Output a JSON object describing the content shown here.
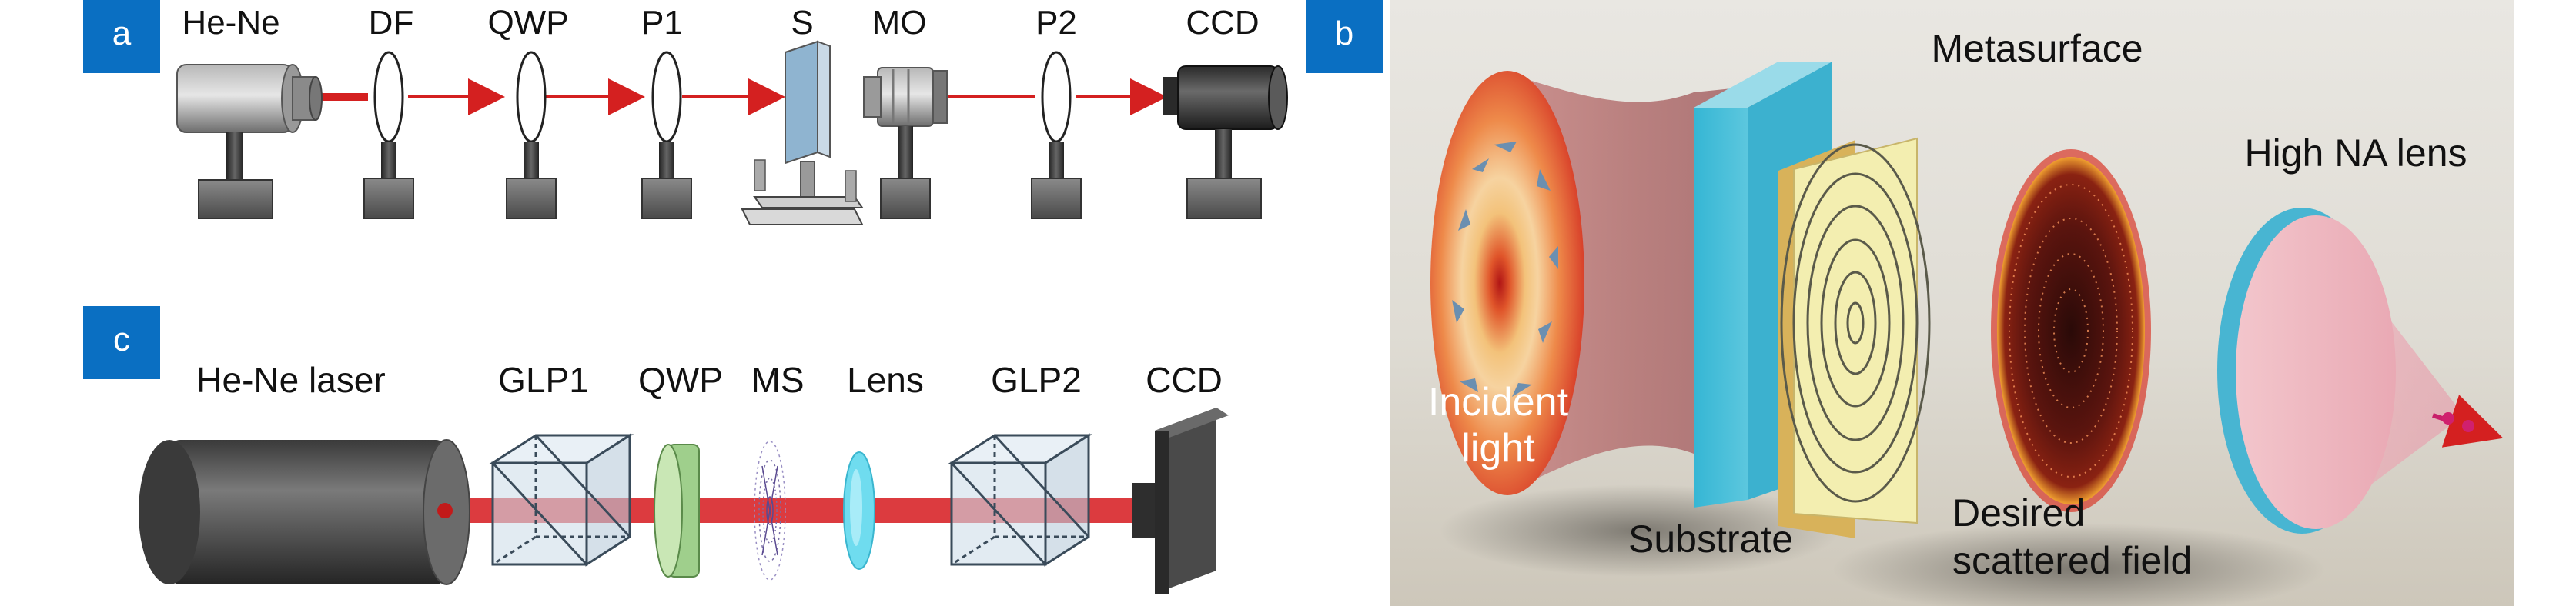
{
  "panels": {
    "a": {
      "badge": "a",
      "labels": [
        "He-Ne",
        "DF",
        "QWP",
        "P1",
        "S",
        "MO",
        "P2",
        "CCD"
      ]
    },
    "b": {
      "badge": "b",
      "labels": {
        "metasurface": "Metasurface",
        "lens": "High NA lens",
        "incident_1": "Incident",
        "incident_2": "light",
        "substrate": "Substrate",
        "desired_1": "Desired",
        "desired_2": "scattered field"
      }
    },
    "c": {
      "badge": "c",
      "labels": [
        "He-Ne laser",
        "GLP1",
        "QWP",
        "MS",
        "Lens",
        "GLP2",
        "CCD"
      ]
    }
  },
  "colors": {
    "badge": "#0a6fc2",
    "beam": "#d42020",
    "metal_dark": "#3c3c3c",
    "metal_mid": "#8a8a8a"
  },
  "icons": [
    "laser-icon",
    "lens-icon",
    "camera-icon",
    "microscope-objective-icon",
    "polarizer-cube-icon"
  ]
}
